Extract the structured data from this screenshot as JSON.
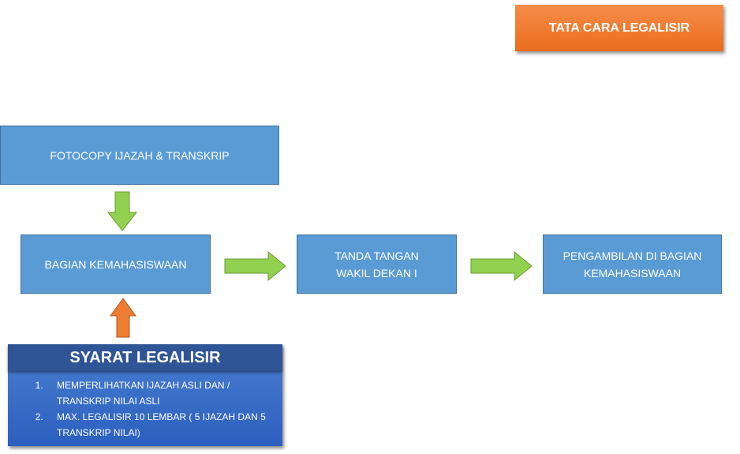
{
  "title": "TATA CARA LEGALISIR",
  "steps": {
    "fotocopy": "FOTOCOPY IJAZAH & TRANSKRIP",
    "kemahasiswaan": "BAGIAN KEMAHASISWAAN",
    "tanda_tangan": "TANDA TANGAN WAKIL DEKAN I",
    "pengambilan": "PENGAMBILAN DI BAGIAN KEMAHASISWAAN"
  },
  "requirements": {
    "heading": "SYARAT LEGALISIR",
    "items": [
      "MEMPERLIHATKAN IJAZAH ASLI DAN / TRANSKRIP NILAI ASLI",
      "MAX. LEGALISIR 10 LEMBAR ( 5 IJAZAH DAN 5 TRANSKRIP NILAI)"
    ]
  },
  "colors": {
    "box": "#5b9bd5",
    "arrow_green": "#92d050",
    "arrow_orange": "#ed7d31",
    "title": "#ed7d31",
    "req_header": "#2f5597"
  }
}
